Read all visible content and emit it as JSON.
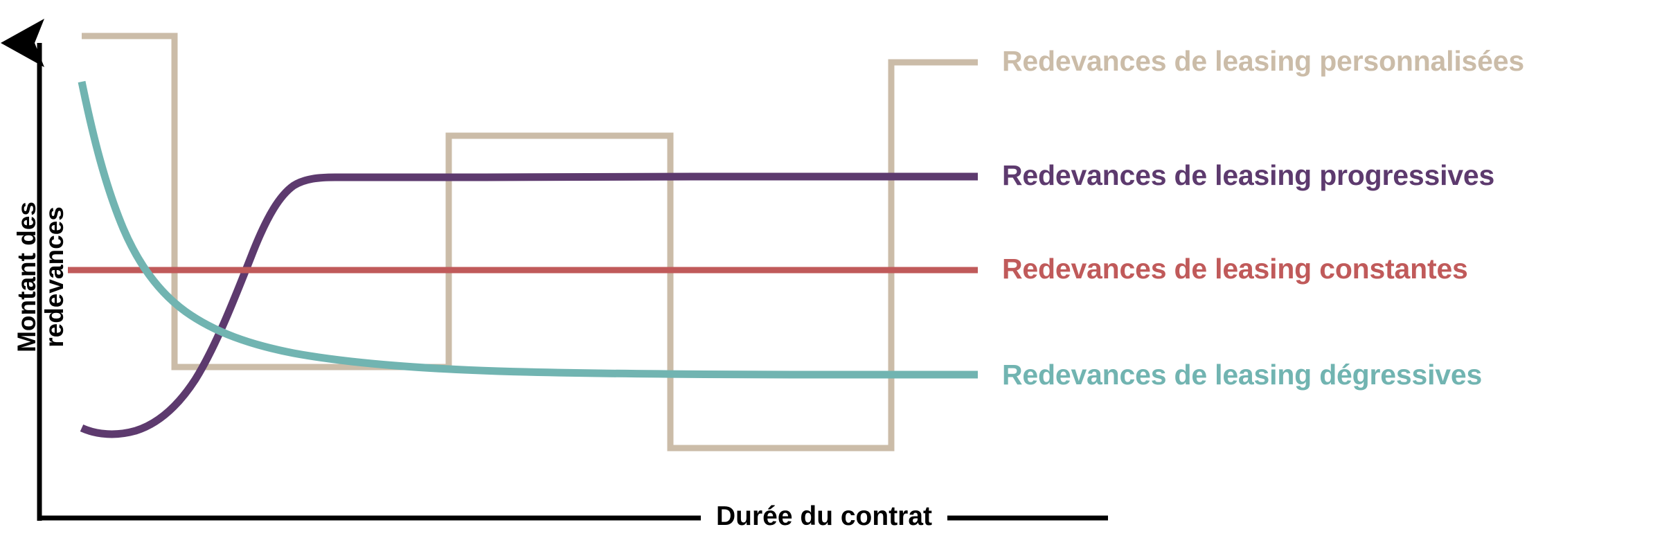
{
  "chart": {
    "type": "line",
    "title": "",
    "axes": {
      "x_label": "Durée du contrat",
      "y_label_line1": "Montant des",
      "y_label_line2": "redevances",
      "x_arrow": "arrow-right",
      "y_arrow": "arrow-up",
      "grid": false,
      "tick_labels_x": [],
      "tick_labels_y": []
    },
    "legend": {
      "position": "right",
      "entries": [
        {
          "label": "Redevances de leasing personnalisées",
          "color": "#cbbca8",
          "key": "personnalisees"
        },
        {
          "label": "Redevances de leasing progressives",
          "color": "#5d3a6e",
          "key": "progressives"
        },
        {
          "label": "Redevances de leasing constantes",
          "color": "#c05a5a",
          "key": "constantes"
        },
        {
          "label": "Redevances de leasing dégressives",
          "color": "#71b4b1",
          "key": "degressives"
        }
      ]
    }
  },
  "chart_data": {
    "type": "line",
    "title": "",
    "xlabel": "Durée du contrat",
    "ylabel": "Montant des redevances",
    "xlim": [
      0,
      100
    ],
    "ylim": [
      0,
      100
    ],
    "grid": false,
    "legend_position": "right",
    "axis_ticks": {
      "x": [],
      "y": []
    },
    "series": [
      {
        "name": "Redevances de leasing personnalisées",
        "color": "#cbbca8",
        "style": "step",
        "description": "Échelons personnalisés: niveau haut puis bas, puis intermédiaire, puis très bas, puis très haut",
        "points": [
          {
            "x": 4,
            "y": 92
          },
          {
            "x": 13,
            "y": 92
          },
          {
            "x": 13,
            "y": 32
          },
          {
            "x": 40,
            "y": 32
          },
          {
            "x": 40,
            "y": 75
          },
          {
            "x": 62,
            "y": 75
          },
          {
            "x": 62,
            "y": 15
          },
          {
            "x": 83,
            "y": 15
          },
          {
            "x": 83,
            "y": 93
          },
          {
            "x": 92,
            "y": 93
          }
        ]
      },
      {
        "name": "Redevances de leasing progressives",
        "color": "#5d3a6e",
        "style": "smooth-sigmoid-increasing",
        "description": "Courbe en S croissante: faible au début, forte montée, puis plateau élevé",
        "points": [
          {
            "x": 4,
            "y": 22
          },
          {
            "x": 9,
            "y": 20
          },
          {
            "x": 15,
            "y": 22
          },
          {
            "x": 22,
            "y": 28
          },
          {
            "x": 28,
            "y": 36
          },
          {
            "x": 33,
            "y": 48
          },
          {
            "x": 37,
            "y": 60
          },
          {
            "x": 40,
            "y": 66
          },
          {
            "x": 44,
            "y": 68
          },
          {
            "x": 55,
            "y": 69
          },
          {
            "x": 75,
            "y": 69
          },
          {
            "x": 92,
            "y": 69
          }
        ]
      },
      {
        "name": "Redevances de leasing constantes",
        "color": "#c05a5a",
        "style": "horizontal",
        "description": "Droite horizontale constante",
        "points": [
          {
            "x": 3,
            "y": 49
          },
          {
            "x": 92,
            "y": 49
          }
        ]
      },
      {
        "name": "Redevances de leasing dégressives",
        "color": "#71b4b1",
        "style": "smooth-decay",
        "description": "Décroissance exponentielle vers une asymptote basse",
        "points": [
          {
            "x": 4,
            "y": 83
          },
          {
            "x": 8,
            "y": 68
          },
          {
            "x": 12,
            "y": 57
          },
          {
            "x": 17,
            "y": 48
          },
          {
            "x": 23,
            "y": 41
          },
          {
            "x": 30,
            "y": 37
          },
          {
            "x": 38,
            "y": 34
          },
          {
            "x": 48,
            "y": 32
          },
          {
            "x": 60,
            "y": 31
          },
          {
            "x": 75,
            "y": 31
          },
          {
            "x": 92,
            "y": 31
          }
        ]
      }
    ]
  }
}
